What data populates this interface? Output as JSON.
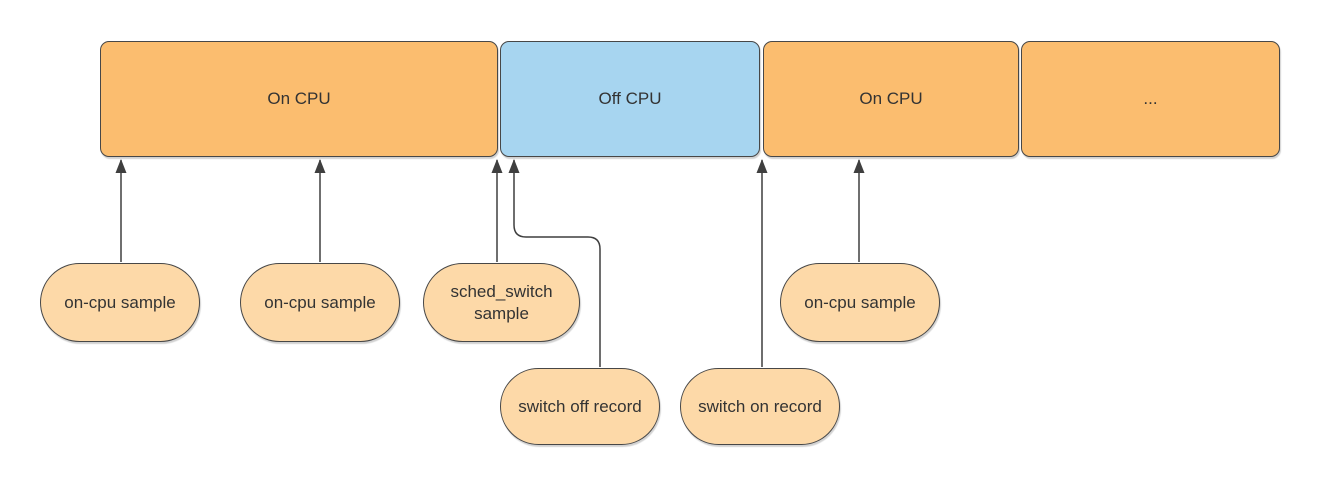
{
  "diagram": {
    "description": "Timeline of a thread alternating between On CPU and Off CPU states, annotated with profiler sample and sched_switch record events",
    "colors": {
      "on_cpu_fill": "#FBBD6F",
      "off_cpu_fill": "#A7D5F0",
      "annotation_fill": "#FDD9A8",
      "stroke": "#474747",
      "arrow": "#3F3F3F",
      "text": "#333333",
      "background": "#FFFFFF"
    },
    "timeline": {
      "segments": [
        {
          "label": "On CPU",
          "state": "on-cpu"
        },
        {
          "label": "Off CPU",
          "state": "off-cpu"
        },
        {
          "label": "On CPU",
          "state": "on-cpu"
        },
        {
          "label": "...",
          "state": "on-cpu"
        }
      ]
    },
    "annotations": [
      {
        "label": "on-cpu sample",
        "points_to": "first On CPU segment (early)"
      },
      {
        "label": "on-cpu sample",
        "points_to": "first On CPU segment (late)"
      },
      {
        "label": "sched_switch sample",
        "points_to": "boundary of On CPU and Off CPU"
      },
      {
        "label": "on-cpu sample",
        "points_to": "second On CPU segment"
      },
      {
        "label": "switch off record",
        "points_to": "start of Off CPU segment"
      },
      {
        "label": "switch on record",
        "points_to": "boundary of Off CPU and second On CPU"
      }
    ]
  }
}
